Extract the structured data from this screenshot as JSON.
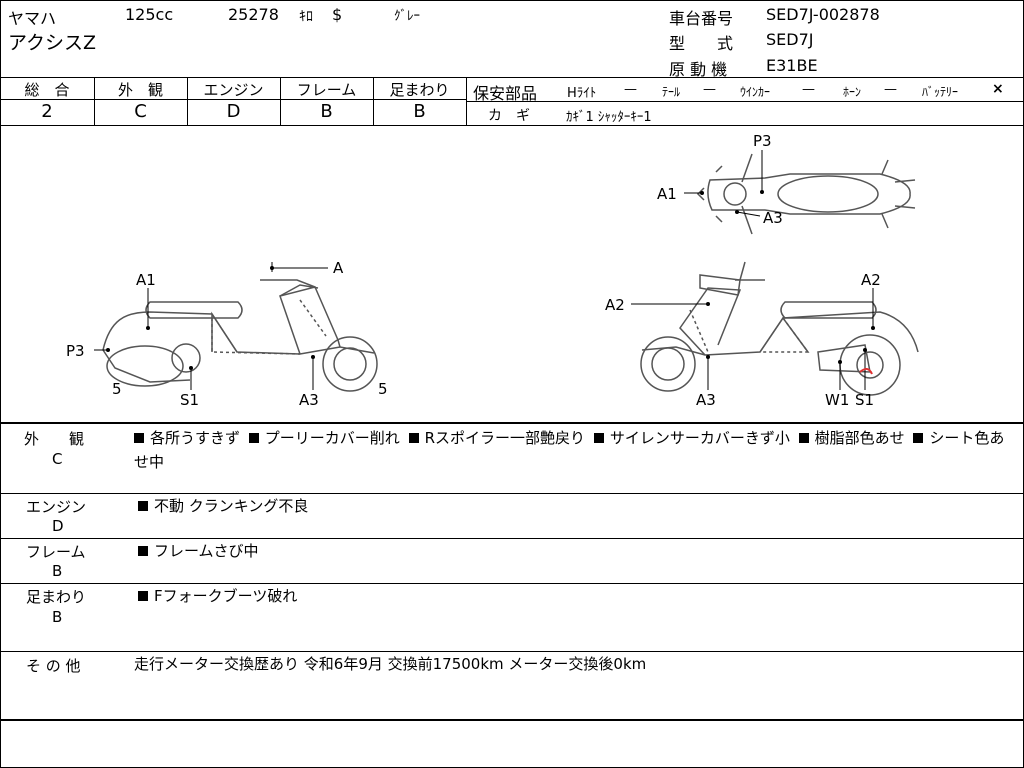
{
  "header": {
    "maker": "ヤマハ",
    "displacement": "125cc",
    "mileage_value": "25278",
    "mileage_unit": "ｷﾛ",
    "mileage_symbol": "$",
    "color": "ｸﾞﾚｰ",
    "model_name": "アクシスZ",
    "vin_label": "車台番号",
    "vin_value": "SED7J-002878",
    "type_label": "型　　式",
    "type_value": "SED7J",
    "engine_label": "原 動 機",
    "engine_value": "E31BE"
  },
  "grades": {
    "items": [
      {
        "label": "総　合",
        "value": "2"
      },
      {
        "label": "外　観",
        "value": "C"
      },
      {
        "label": "エンジン",
        "value": "D"
      },
      {
        "label": "フレーム",
        "value": "B"
      },
      {
        "label": "足まわり",
        "value": "B"
      }
    ]
  },
  "safety": {
    "label": "保安部品",
    "items": [
      {
        "name": "Hﾗｲﾄ",
        "status": "—"
      },
      {
        "name": "ﾃｰﾙ",
        "status": "—"
      },
      {
        "name": "ｳｲﾝｶｰ",
        "status": "—"
      },
      {
        "name": "ﾎｰﾝ",
        "status": "—"
      },
      {
        "name": "ﾊﾞｯﾃﾘｰ",
        "status": "×"
      }
    ],
    "key_label": "カ　ギ",
    "key_value": "ｶｷﾞ1 ｼｬｯﾀｰｷｰ1"
  },
  "diagram": {
    "top": {
      "P3": "P3",
      "A1": "A1",
      "A3": "A3"
    },
    "left": {
      "A": "A",
      "A1": "A1",
      "P3": "P3",
      "n5a": "5",
      "n5b": "5",
      "S1": "S1",
      "A3": "A3"
    },
    "right": {
      "A2a": "A2",
      "A2b": "A2",
      "A3": "A3",
      "W1": "W1",
      "S1": "S1"
    }
  },
  "sections": {
    "exterior": {
      "head": "外　　観",
      "grade": "C",
      "items": [
        "各所うすきず",
        "プーリーカバー削れ",
        "Rスポイラー一部艶戻り",
        "サイレンサーカバーきず小",
        "樹脂部色あせ",
        "シート色あせ中"
      ]
    },
    "engine": {
      "head": "エンジン",
      "grade": "D",
      "items": [
        "不動 クランキング不良"
      ]
    },
    "frame": {
      "head": "フレーム",
      "grade": "B",
      "items": [
        "フレームさび中"
      ]
    },
    "suspension": {
      "head": "足まわり",
      "grade": "B",
      "items": [
        "Fフォークブーツ破れ"
      ]
    },
    "other": {
      "head": "そ の 他",
      "text": "走行メーター交換歴あり 令和6年9月 交換前17500km メーター交換後0km"
    }
  },
  "colors": {
    "marker_red": "#e03030",
    "line": "#000000",
    "drawing": "#555555"
  }
}
